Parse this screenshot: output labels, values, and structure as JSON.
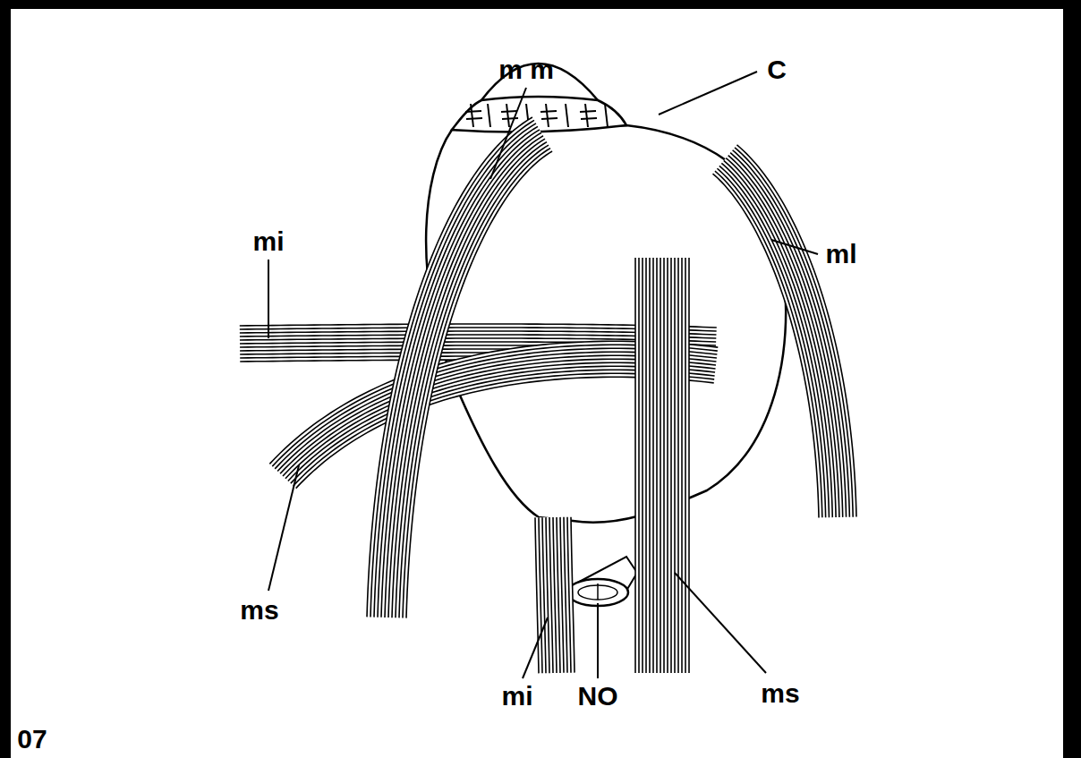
{
  "diagram": {
    "labels": [
      "C",
      "m m",
      "ml",
      "mi",
      "ms",
      "mi",
      "NO",
      "ms",
      "07"
    ]
  }
}
